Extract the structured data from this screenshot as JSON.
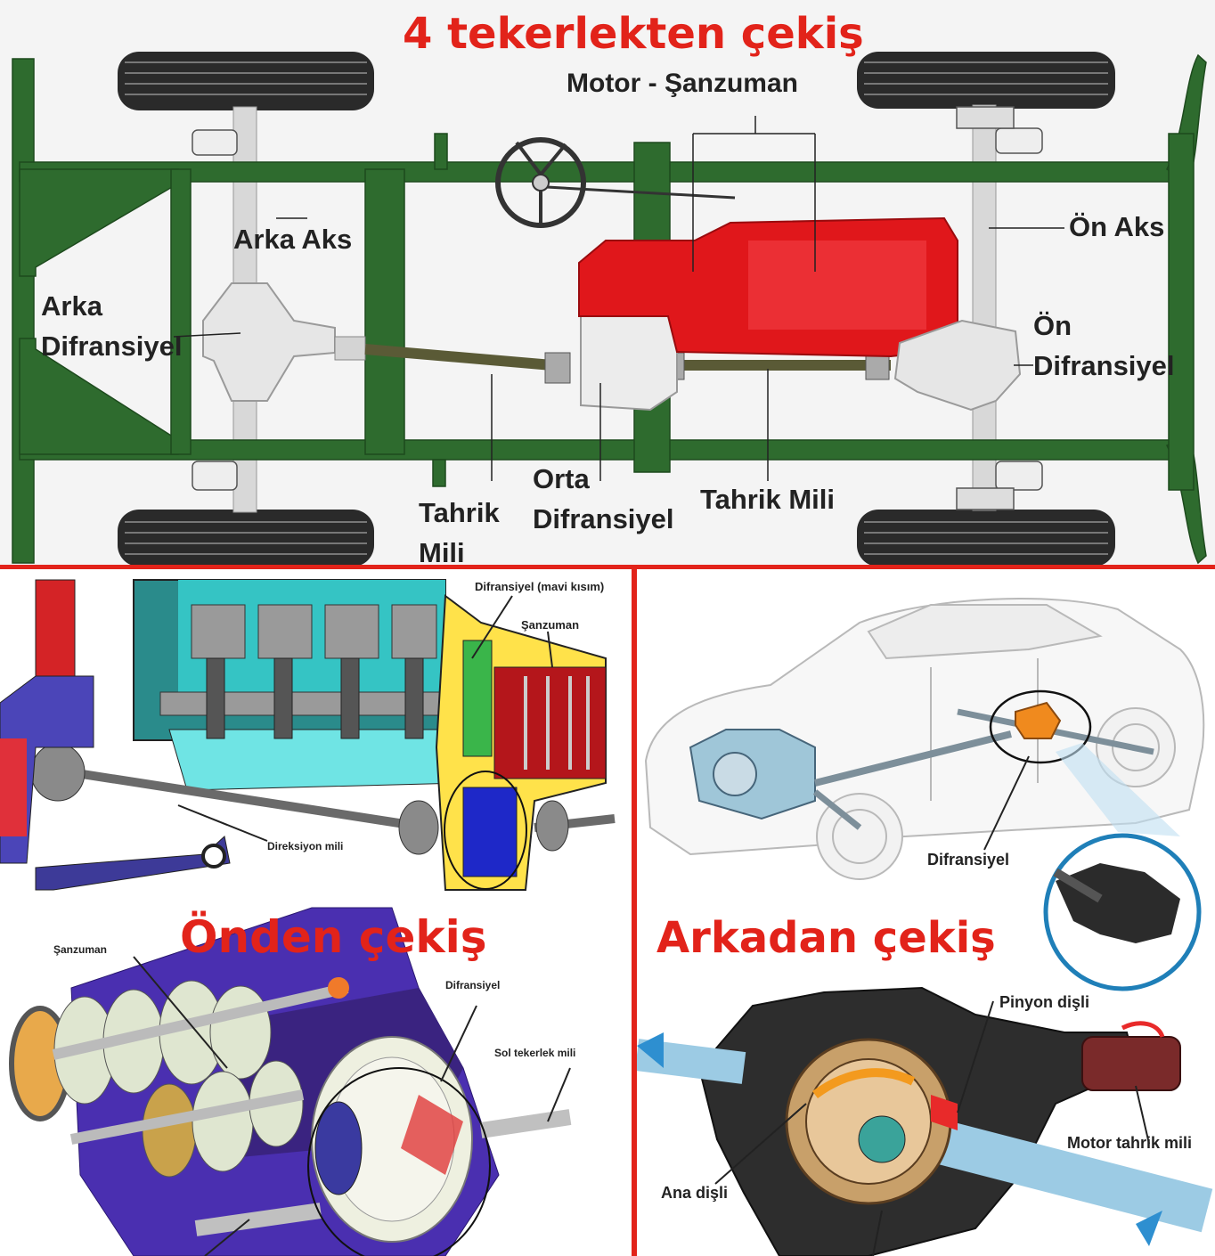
{
  "colors": {
    "title_red": "#e2231a",
    "frame_green": "#2e6b2e",
    "engine_red": "#e0171b",
    "divider_red": "#e2231a"
  },
  "four_wd": {
    "title": "4 tekerlekten çekiş",
    "labels": {
      "motor_sanzuman": "Motor - Şanzuman",
      "arka_aks": "Arka Aks",
      "on_aks": "Ön Aks",
      "arka_difransiyel": "Arka\nDifransiyel",
      "on_difransiyel": "Ön\nDifransiyel",
      "tahrik_mili_left": "Tahrik\nMili",
      "orta_difransiyel": "Orta\nDifransiyel",
      "tahrik_mili_right": "Tahrik Mili"
    }
  },
  "fwd": {
    "title": "Önden çekiş",
    "labels": {
      "difransiyel_mavi": "Difransiyel (mavi kısım)",
      "sanzuman_top": "Şanzuman",
      "direksiyon_mili": "Direksiyon mili",
      "sanzuman_bottom": "Şanzuman",
      "difransiyel": "Difransiyel",
      "sol_tekerlek_mili": "Sol tekerlek mili"
    }
  },
  "rwd": {
    "title": "Arkadan çekiş",
    "labels": {
      "difransiyel": "Difransiyel",
      "pinyon_disli": "Pinyon dişli",
      "motor_tahrik_mili": "Motor tahrik mili",
      "ana_disli": "Ana dişli"
    }
  },
  "icons": [
    "steering-wheel-icon",
    "gear-icon",
    "car-icon",
    "differential-icon"
  ]
}
